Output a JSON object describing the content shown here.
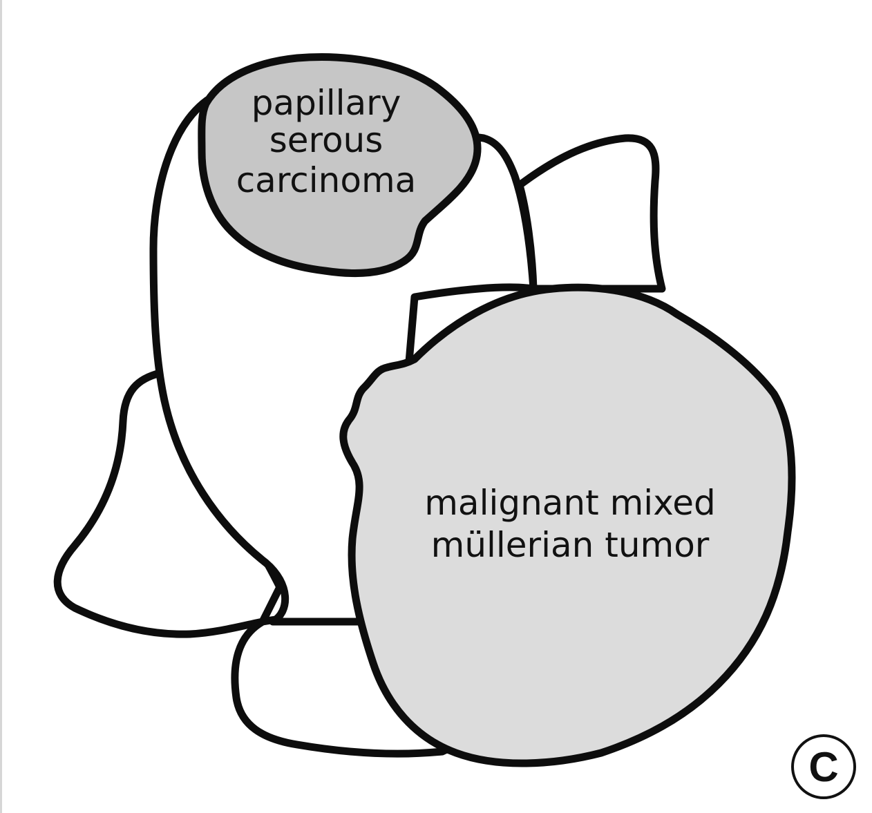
{
  "diagram": {
    "colors": {
      "background": "#ffffff",
      "outline": "#0d0d0d",
      "papillary_fill": "#c6c6c6",
      "mmmt_fill": "#dcdcdc",
      "organ_fill": "#ffffff"
    },
    "labels": {
      "papillary": {
        "line1": "papillary",
        "line2": "serous",
        "line3": "carcinoma"
      },
      "mmmt": {
        "line1": "malignant mixed",
        "line2": "müllerian tumor"
      }
    },
    "panel_letter": "C"
  }
}
